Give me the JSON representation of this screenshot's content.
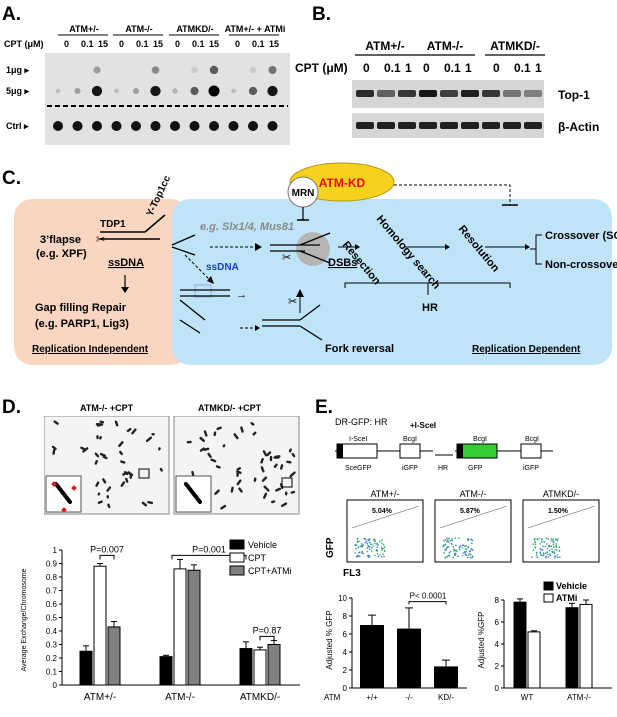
{
  "panelA": {
    "label": "A.",
    "cpt_label": "CPT (μM)",
    "groups": [
      "ATM+/-",
      "ATM-/-",
      "ATMKD/-",
      "ATM+/- + ATMi"
    ],
    "doses": [
      "0",
      "0.1",
      "15"
    ],
    "rows": [
      "1μg ▸",
      "5μg ▸",
      "Ctrl ▸"
    ]
  },
  "panelB": {
    "label": "B.",
    "groups": [
      "ATM+/-",
      "ATM-/-",
      "ATMKD/-"
    ],
    "cpt_label": "CPT (μM)",
    "doses": [
      "0",
      "0.1",
      "1"
    ],
    "bands": [
      "Top-1",
      "β-Actin"
    ]
  },
  "panelC": {
    "label": "C.",
    "atm_kd": "ATM-KD",
    "mrn": "MRN",
    "tdp1": "TDP1",
    "top1cc": "Y-Top1cc",
    "flapse": "3’flapse",
    "xpf": "(e.g. XPF)",
    "ssdna": "ssDNA",
    "gap_filling": "Gap filling Repair",
    "parp": "(e.g. PARP1, Lig3)",
    "slx": "e.g. Slx1/4, Mus81",
    "ssdna_blue": "ssDNA",
    "dsbs": "DSBs",
    "resection": "Resection",
    "homology": "Homology search",
    "resolution": "Resolution",
    "crossover": "Crossover (SCEs)",
    "noncrossover": "Non-crossover",
    "hr": "HR",
    "fork_reversal": "Fork reversal",
    "rep_indep": "Replication Independent",
    "rep_dep": "Replication Dependent"
  },
  "panelD": {
    "label": "D.",
    "img1_title": "ATM-/- +CPT",
    "img2_title": "ATMKD/- +CPT",
    "ylabel": "Average Exchange/Chromosome",
    "legend": [
      "Vehicle",
      "CPT",
      "CPT+ATMi"
    ],
    "pvals": [
      "P=0.007",
      "P=0.001",
      "P=0.87"
    ],
    "yticks": [
      "0",
      "0.1",
      "0.2",
      "0.3",
      "0.4",
      "0.5",
      "0.6",
      "0.7",
      "0.8",
      "0.9",
      "1"
    ]
  },
  "panelE": {
    "label": "E.",
    "construct_title": "DR-GFP: HR",
    "isce": "+I-SceI",
    "construct_labels": [
      "I-SceI",
      "BcgI",
      "SceGFP",
      "iGFP",
      "HR",
      "BcgI",
      "BcgI",
      "GFP",
      "iGFP"
    ],
    "flow_titles": [
      "ATM+/-",
      "ATM-/-",
      "ATMKD/-"
    ],
    "flow_pct": [
      "5.04%",
      "5.87%",
      "1.50%"
    ],
    "gfp_axis": "GFP",
    "fl3_axis": "FL3",
    "bar1_ylabel": "Adjusted % GFP",
    "bar1_p": "P< 0.0001",
    "bar1_xlabel": "ATM",
    "bar1_yticks": [
      "0",
      "2",
      "4",
      "6",
      "8",
      "10"
    ],
    "bar2_ylabel": "Adjusted %GFP",
    "bar2_legend": [
      "Vehicle",
      "ATMi"
    ],
    "bar2_yticks": [
      "0",
      "2",
      "4",
      "6",
      "8"
    ]
  },
  "chart_data": [
    {
      "type": "bar",
      "title": "",
      "ylabel": "Average Exchange/Chromosome",
      "categories": [
        "ATM+/-",
        "ATM-/-",
        "ATMKD/-"
      ],
      "ylim": [
        0,
        1
      ],
      "series": [
        {
          "name": "Vehicle",
          "values": [
            0.25,
            0.21,
            0.27
          ],
          "errors": [
            0.04,
            0.01,
            0.05
          ],
          "color": "#000000"
        },
        {
          "name": "CPT",
          "values": [
            0.88,
            0.86,
            0.26
          ],
          "errors": [
            0.02,
            0.07,
            0.02
          ],
          "color": "#ffffff"
        },
        {
          "name": "CPT+ATMi",
          "values": [
            0.43,
            0.85,
            0.3
          ],
          "errors": [
            0.04,
            0.04,
            0.03
          ],
          "color": "#808080"
        }
      ],
      "legend": "top-right"
    },
    {
      "type": "bar",
      "ylabel": "Adjusted % GFP",
      "xlabel": "ATM",
      "categories": [
        "+/+",
        "-/-",
        "KD/-"
      ],
      "ylim": [
        0,
        10
      ],
      "series": [
        {
          "values": [
            7.0,
            6.6,
            2.4
          ],
          "errors": [
            1.1,
            2.3,
            0.7
          ],
          "color": "#000000"
        }
      ]
    },
    {
      "type": "bar",
      "ylabel": "Adjusted %GFP",
      "categories": [
        "WT",
        "ATM-/-"
      ],
      "ylim": [
        0,
        8
      ],
      "series": [
        {
          "name": "Vehicle",
          "values": [
            7.8,
            7.3
          ],
          "errors": [
            0.3,
            0.4
          ],
          "color": "#000000"
        },
        {
          "name": "ATMi",
          "values": [
            5.1,
            7.6
          ],
          "errors": [
            0.1,
            0.4
          ],
          "color": "#ffffff"
        }
      ],
      "legend": "top-right"
    }
  ]
}
